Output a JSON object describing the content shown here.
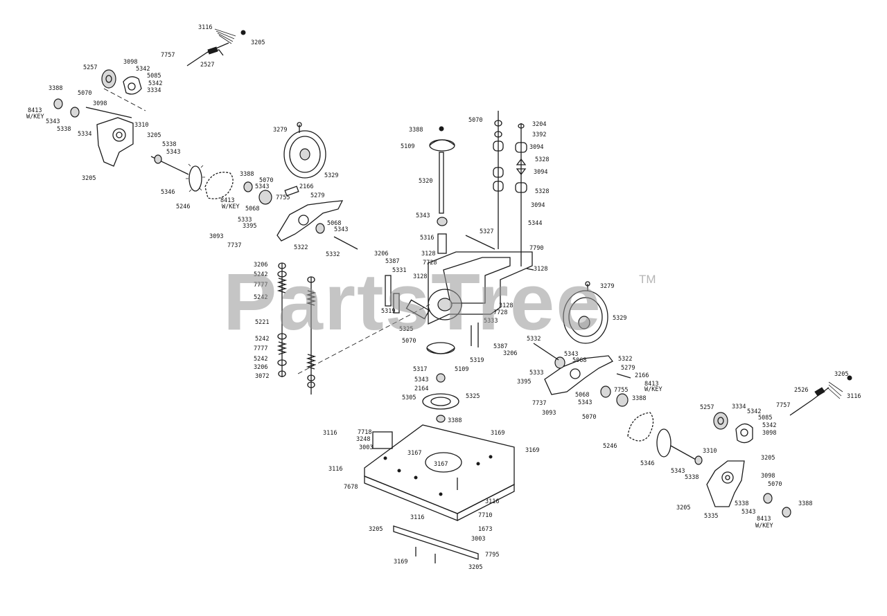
{
  "watermark": {
    "text": "PartsTree",
    "trademark": "TM"
  },
  "colors": {
    "ink": "#1a1a1a",
    "watermark": "#969696",
    "background": "#ffffff"
  },
  "callouts": [
    {
      "id": "c01",
      "text": "3116"
    },
    {
      "id": "c02",
      "text": "3205"
    },
    {
      "id": "c03",
      "text": "7757"
    },
    {
      "id": "c04",
      "text": "2527"
    },
    {
      "id": "c05",
      "text": "5257"
    },
    {
      "id": "c06",
      "text": "3098"
    },
    {
      "id": "c07",
      "text": "5342"
    },
    {
      "id": "c08",
      "text": "5085"
    },
    {
      "id": "c09",
      "text": "5342"
    },
    {
      "id": "c10",
      "text": "3334"
    },
    {
      "id": "c11",
      "text": "3388"
    },
    {
      "id": "c12",
      "text": "5070"
    },
    {
      "id": "c13",
      "text": "8413"
    },
    {
      "id": "c14",
      "text": "W/KEY"
    },
    {
      "id": "c15",
      "text": "3098"
    },
    {
      "id": "c16",
      "text": "5343"
    },
    {
      "id": "c17",
      "text": "5338"
    },
    {
      "id": "c18",
      "text": "5334"
    },
    {
      "id": "c19",
      "text": "3310"
    },
    {
      "id": "c20",
      "text": "3205"
    },
    {
      "id": "c21",
      "text": "5338"
    },
    {
      "id": "c22",
      "text": "5343"
    },
    {
      "id": "c23",
      "text": "3205"
    },
    {
      "id": "c24",
      "text": "5346"
    },
    {
      "id": "c25",
      "text": "5246"
    },
    {
      "id": "c26",
      "text": "3279"
    },
    {
      "id": "c27",
      "text": "5329"
    },
    {
      "id": "c28",
      "text": "3388"
    },
    {
      "id": "c29",
      "text": "5070"
    },
    {
      "id": "c30",
      "text": "5343"
    },
    {
      "id": "c31",
      "text": "2166"
    },
    {
      "id": "c32",
      "text": "8413"
    },
    {
      "id": "c33",
      "text": "W/KEY"
    },
    {
      "id": "c34",
      "text": "7755"
    },
    {
      "id": "c35",
      "text": "5279"
    },
    {
      "id": "c36",
      "text": "5068"
    },
    {
      "id": "c37",
      "text": "5333"
    },
    {
      "id": "c38",
      "text": "3395"
    },
    {
      "id": "c39",
      "text": "5068"
    },
    {
      "id": "c40",
      "text": "5343"
    },
    {
      "id": "c41",
      "text": "3093"
    },
    {
      "id": "c42",
      "text": "7737"
    },
    {
      "id": "c43",
      "text": "5322"
    },
    {
      "id": "c44",
      "text": "5332"
    },
    {
      "id": "c45",
      "text": "3388"
    },
    {
      "id": "c46",
      "text": "5070"
    },
    {
      "id": "c47",
      "text": "5109"
    },
    {
      "id": "c48",
      "text": "5320"
    },
    {
      "id": "c49",
      "text": "5343"
    },
    {
      "id": "c50",
      "text": "5316"
    },
    {
      "id": "c51",
      "text": "5327"
    },
    {
      "id": "c52",
      "text": "3204"
    },
    {
      "id": "c53",
      "text": "3392"
    },
    {
      "id": "c54",
      "text": "3094"
    },
    {
      "id": "c55",
      "text": "5328"
    },
    {
      "id": "c56",
      "text": "3094"
    },
    {
      "id": "c57",
      "text": "5328"
    },
    {
      "id": "c58",
      "text": "3094"
    },
    {
      "id": "c59",
      "text": "5344"
    },
    {
      "id": "c60",
      "text": "7790"
    },
    {
      "id": "c61",
      "text": "3128"
    },
    {
      "id": "c62",
      "text": "3206"
    },
    {
      "id": "c63",
      "text": "5387"
    },
    {
      "id": "c64",
      "text": "3128"
    },
    {
      "id": "c65",
      "text": "7728"
    },
    {
      "id": "c66",
      "text": "5331"
    },
    {
      "id": "c67",
      "text": "3128"
    },
    {
      "id": "c68",
      "text": "3206"
    },
    {
      "id": "c69",
      "text": "5242"
    },
    {
      "id": "c70",
      "text": "7777"
    },
    {
      "id": "c71",
      "text": "5242"
    },
    {
      "id": "c72",
      "text": "5221"
    },
    {
      "id": "c73",
      "text": "5242"
    },
    {
      "id": "c74",
      "text": "7777"
    },
    {
      "id": "c75",
      "text": "5242"
    },
    {
      "id": "c76",
      "text": "3206"
    },
    {
      "id": "c77",
      "text": "3072"
    },
    {
      "id": "c78",
      "text": "3128"
    },
    {
      "id": "c79",
      "text": "7728"
    },
    {
      "id": "c80",
      "text": "5319"
    },
    {
      "id": "c81",
      "text": "5325"
    },
    {
      "id": "c82",
      "text": "5333"
    },
    {
      "id": "c83",
      "text": "5070"
    },
    {
      "id": "c84",
      "text": "5387"
    },
    {
      "id": "c85",
      "text": "3206"
    },
    {
      "id": "c86",
      "text": "5319"
    },
    {
      "id": "c87",
      "text": "5109"
    },
    {
      "id": "c88",
      "text": "5317"
    },
    {
      "id": "c89",
      "text": "5343"
    },
    {
      "id": "c90",
      "text": "2164"
    },
    {
      "id": "c91",
      "text": "5305"
    },
    {
      "id": "c92",
      "text": "5325"
    },
    {
      "id": "c93",
      "text": "3388"
    },
    {
      "id": "c94",
      "text": "3279"
    },
    {
      "id": "c95",
      "text": "5329"
    },
    {
      "id": "c96",
      "text": "5332"
    },
    {
      "id": "c97",
      "text": "5343"
    },
    {
      "id": "c98",
      "text": "5068"
    },
    {
      "id": "c99",
      "text": "5322"
    },
    {
      "id": "c100",
      "text": "5279"
    },
    {
      "id": "c101",
      "text": "2166"
    },
    {
      "id": "c102",
      "text": "5333"
    },
    {
      "id": "c103",
      "text": "3395"
    },
    {
      "id": "c104",
      "text": "7755"
    },
    {
      "id": "c105",
      "text": "8413"
    },
    {
      "id": "c106",
      "text": "W/KEY"
    },
    {
      "id": "c107",
      "text": "5068"
    },
    {
      "id": "c108",
      "text": "5343"
    },
    {
      "id": "c109",
      "text": "3388"
    },
    {
      "id": "c110",
      "text": "7737"
    },
    {
      "id": "c111",
      "text": "3093"
    },
    {
      "id": "c112",
      "text": "5070"
    },
    {
      "id": "c113",
      "text": "5246"
    },
    {
      "id": "c114",
      "text": "5346"
    },
    {
      "id": "c115",
      "text": "3205"
    },
    {
      "id": "c116",
      "text": "3116"
    },
    {
      "id": "c117",
      "text": "2526"
    },
    {
      "id": "c118",
      "text": "7757"
    },
    {
      "id": "c119",
      "text": "5257"
    },
    {
      "id": "c120",
      "text": "3334"
    },
    {
      "id": "c121",
      "text": "5342"
    },
    {
      "id": "c122",
      "text": "5085"
    },
    {
      "id": "c123",
      "text": "5342"
    },
    {
      "id": "c124",
      "text": "3098"
    },
    {
      "id": "c125",
      "text": "5343"
    },
    {
      "id": "c126",
      "text": "5338"
    },
    {
      "id": "c127",
      "text": "3310"
    },
    {
      "id": "c128",
      "text": "3205"
    },
    {
      "id": "c129",
      "text": "3098"
    },
    {
      "id": "c130",
      "text": "5070"
    },
    {
      "id": "c131",
      "text": "5338"
    },
    {
      "id": "c132",
      "text": "3388"
    },
    {
      "id": "c133",
      "text": "3205"
    },
    {
      "id": "c134",
      "text": "5335"
    },
    {
      "id": "c135",
      "text": "5343"
    },
    {
      "id": "c136",
      "text": "8413"
    },
    {
      "id": "c137",
      "text": "W/KEY"
    },
    {
      "id": "c138",
      "text": "3116"
    },
    {
      "id": "c139",
      "text": "7718"
    },
    {
      "id": "c140",
      "text": "3248"
    },
    {
      "id": "c141",
      "text": "3003"
    },
    {
      "id": "c142",
      "text": "3167"
    },
    {
      "id": "c143",
      "text": "3169"
    },
    {
      "id": "c144",
      "text": "3116"
    },
    {
      "id": "c145",
      "text": "3167"
    },
    {
      "id": "c146",
      "text": "3169"
    },
    {
      "id": "c147",
      "text": "7678"
    },
    {
      "id": "c148",
      "text": "3116"
    },
    {
      "id": "c149",
      "text": "3116"
    },
    {
      "id": "c150",
      "text": "7710"
    },
    {
      "id": "c151",
      "text": "1673"
    },
    {
      "id": "c152",
      "text": "3205"
    },
    {
      "id": "c153",
      "text": "3003"
    },
    {
      "id": "c154",
      "text": "3169"
    },
    {
      "id": "c155",
      "text": "7795"
    },
    {
      "id": "c156",
      "text": "3205"
    }
  ]
}
